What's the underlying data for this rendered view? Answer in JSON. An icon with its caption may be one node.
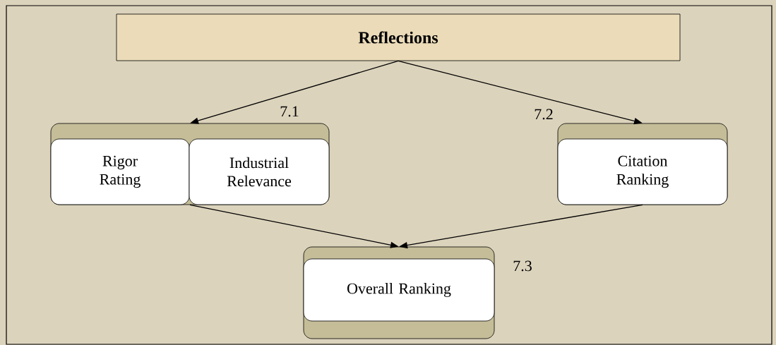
{
  "diagram": {
    "nodes": [
      {
        "text": [
          "Reflections"
        ]
      },
      {
        "text": [],
        "shape": "box"
      },
      {
        "text": [
          "Rigor Rating"
        ],
        "in": 1
      },
      {
        "text": [
          "Industrial Relevance"
        ],
        "in": 1
      },
      {
        "text": [],
        "shape": "box"
      },
      {
        "text": [
          "Citation Ranking"
        ],
        "in": 4
      },
      {
        "text": [],
        "shape": "box",
        "beside": [
          "7.3"
        ]
      },
      {
        "text": [
          "Overall Ranking"
        ],
        "in": 6
      }
    ],
    "edges": [
      {
        "from": 0,
        "to": 1,
        "arrow": "to",
        "label": "7.1"
      },
      {
        "from": 0,
        "to": 4,
        "arrow": "to",
        "label": "7.2"
      },
      {
        "from": 1,
        "to": 6,
        "arrow": "to"
      },
      {
        "from": 4,
        "to": 6,
        "arrow": "to"
      }
    ]
  }
}
